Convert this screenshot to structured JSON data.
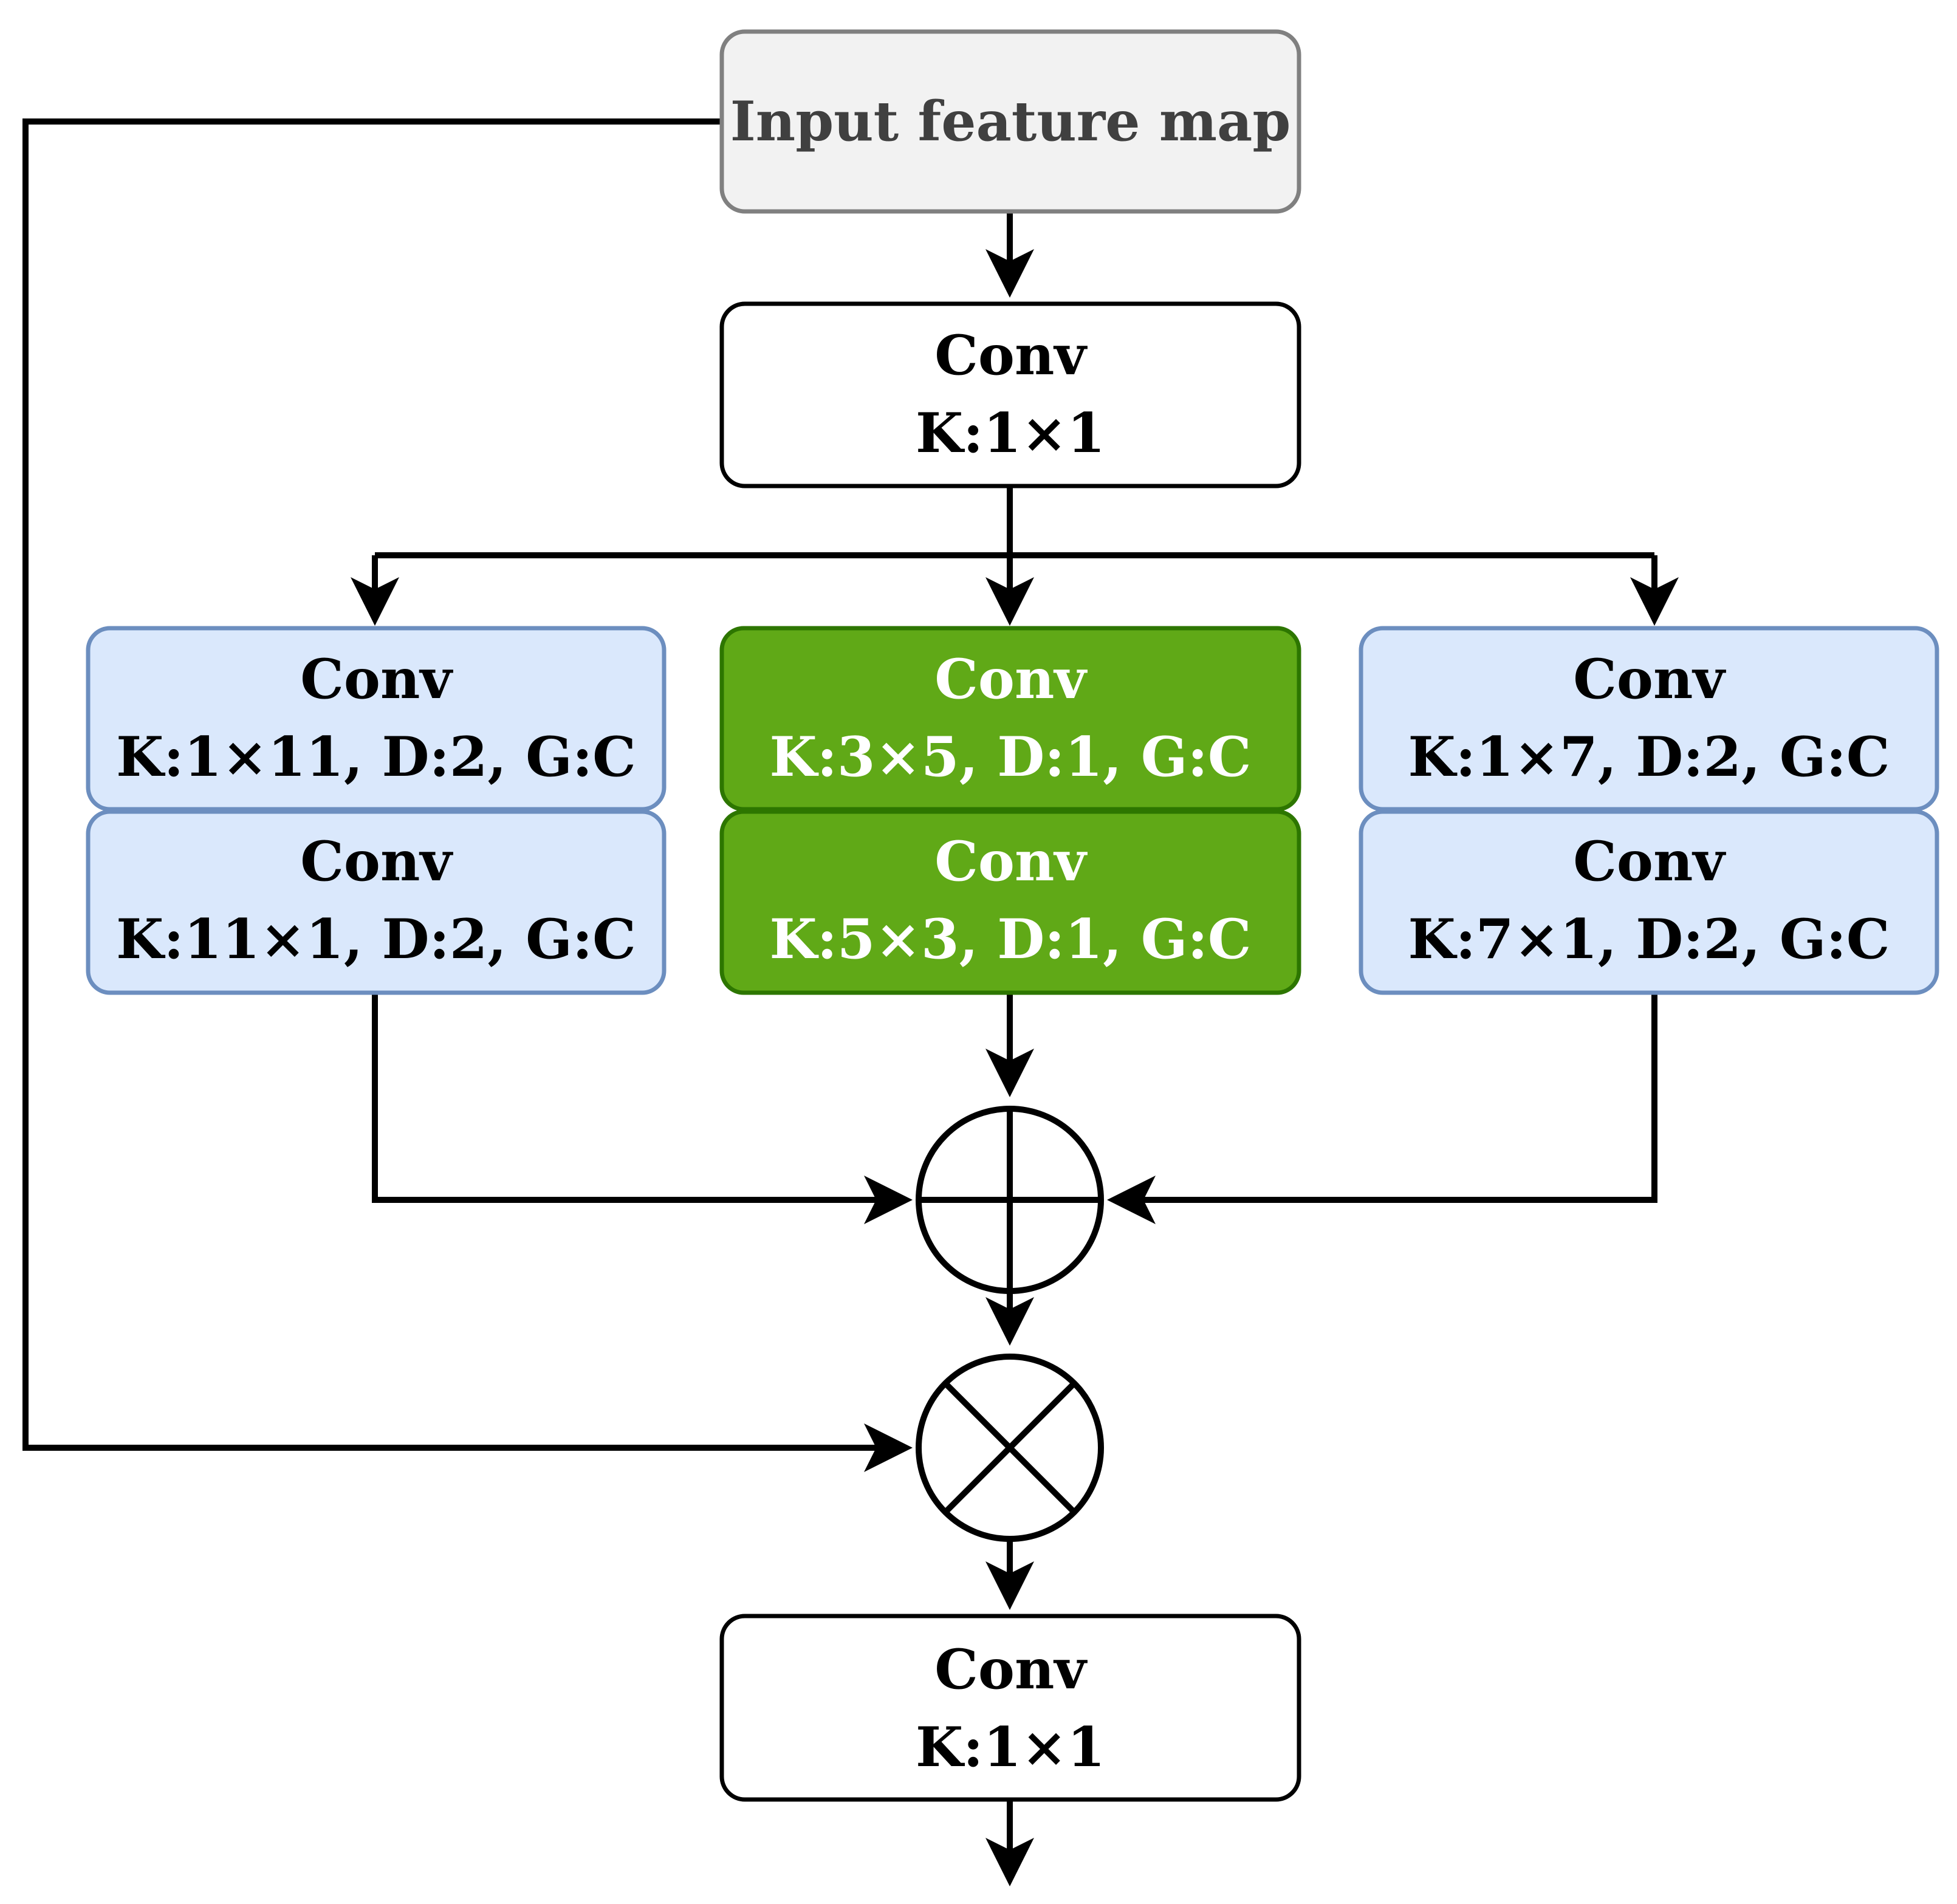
{
  "input": {
    "label": "Input feature map"
  },
  "conv_in": {
    "line1": "Conv",
    "line2": "K:1×1"
  },
  "branch_left": {
    "top": {
      "line1": "Conv",
      "line2": "K:1×11, D:2, G:C"
    },
    "bottom": {
      "line1": "Conv",
      "line2": "K:11×1, D:2, G:C"
    }
  },
  "branch_center": {
    "top": {
      "line1": "Conv",
      "line2": "K:3×5, D:1, G:C"
    },
    "bottom": {
      "line1": "Conv",
      "line2": "K:5×3, D:1, G:C"
    }
  },
  "branch_right": {
    "top": {
      "line1": "Conv",
      "line2": "K:1×7, D:2, G:C"
    },
    "bottom": {
      "line1": "Conv",
      "line2": "K:7×1, D:2, G:C"
    }
  },
  "conv_out": {
    "line1": "Conv",
    "line2": "K:1×1"
  },
  "operators": {
    "sum": "add-circle-icon",
    "product": "multiply-circle-icon"
  },
  "colors": {
    "input_fill": "#f2f2f2",
    "input_stroke": "#808080",
    "input_text": "#404040",
    "blue_fill": "#dae8fc",
    "blue_stroke": "#6c8ebf",
    "green_fill": "#60a917",
    "green_stroke": "#2d7600",
    "green_text": "#ffffff",
    "line": "#000000"
  }
}
